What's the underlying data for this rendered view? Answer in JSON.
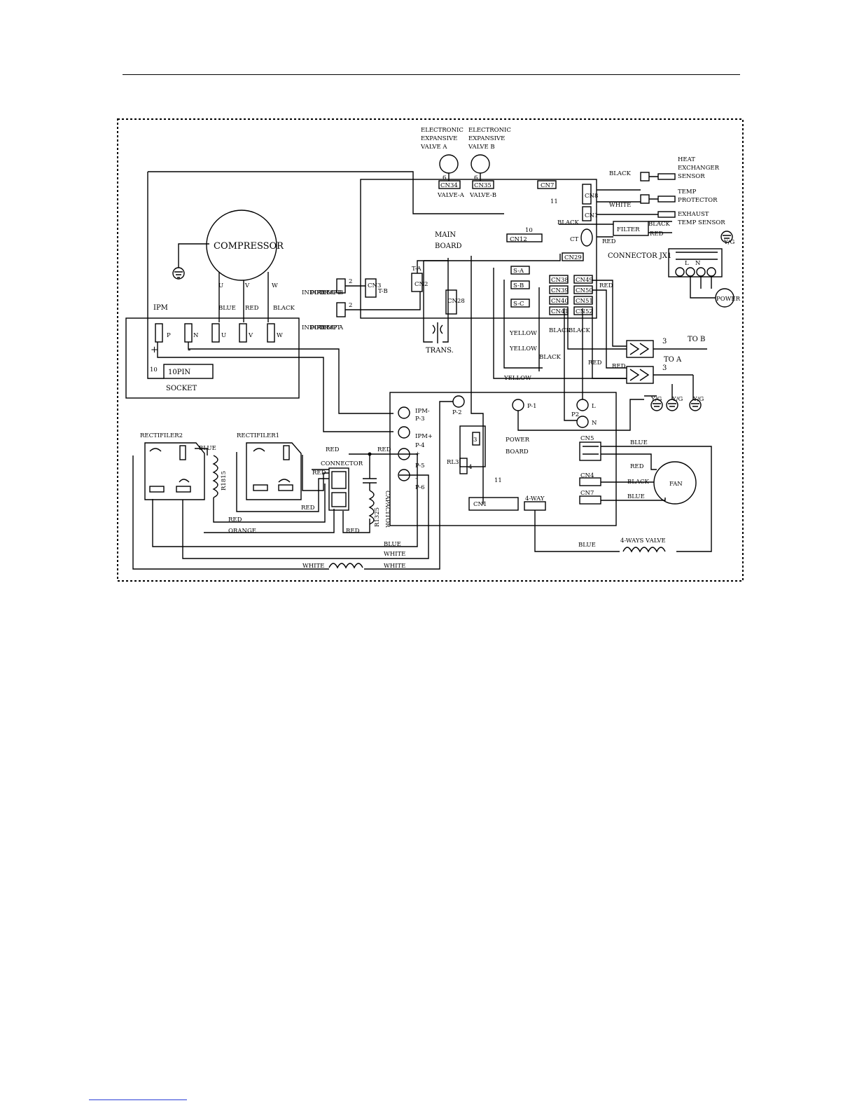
{
  "labels": {
    "compressor": "COMPRESSOR",
    "ipm": "IPM",
    "p": "P",
    "n": "N",
    "u": "U",
    "v": "V",
    "w": "W",
    "uLbl": "U",
    "vLbl": "V",
    "wLbl": "W",
    "plus": "+",
    "minus": "-",
    "tenPin": "10PIN",
    "ten": "10",
    "socket": "SOCKET",
    "ev_a": [
      "ELECTRONIC",
      "EXPANSIVE",
      "VALVE A"
    ],
    "ev_b": [
      "ELECTRONIC",
      "EXPANSIVE",
      "VALVE B"
    ],
    "six_a": "6",
    "six_b": "6",
    "cn34": "CN34",
    "cn35": "CN35",
    "valveA": "VALVE-A",
    "valveB": "VALVE-B",
    "cn7top": "CN7",
    "eleven1": "11",
    "cn8": "CN8",
    "cn1top": "CN1",
    "heatSensor": [
      "HEAT",
      "EXCHANGER",
      "SENSOR"
    ],
    "tempProtector": [
      "TEMP",
      "PROTECTOR"
    ],
    "exhaust": [
      "EXHAUST",
      "TEMP SENSOR"
    ],
    "mainBoard": [
      "MAIN",
      "BOARD"
    ],
    "cn12": "CN12",
    "ten2": "10",
    "ct": "CT",
    "filter": "FILTER",
    "connectorJx1": "CONNECTOR JX1",
    "cn29": "CN29",
    "ta": "T-A",
    "cn2": "CN2",
    "tb": "T-B",
    "cn3": "CN3",
    "indoorB": [
      "INDOOR",
      "PIPE OUT",
      "TEMP B"
    ],
    "indoorA": [
      "INDOOR",
      "PIPE OUT",
      "TEMP A"
    ],
    "two1": "2",
    "two2": "2",
    "cn28": "CN28",
    "trans": "TRANS.",
    "sa": "S-A",
    "sb": "S-B",
    "sc": "S-C",
    "cn38": "CN38",
    "cn39": "CN39",
    "cn40": "CN40",
    "cn41": "CN41",
    "cn49": "CN49",
    "cn50": "CN50",
    "cn51": "CN51",
    "cn52": "CN52",
    "yellow1": "YELLOW",
    "yellow2": "YELLOW",
    "yellow3": "YELLOW",
    "black_v1": "BLACK",
    "black_v2": "BLACK",
    "black_v3": "BLACK",
    "red_v": "RED",
    "toB": "TO  B",
    "toA": "TO  A",
    "three1": "3",
    "three2": "3",
    "yg1": "Y/G",
    "yg2": "Y/G",
    "yg3": "Y/G",
    "yg4": "Y/G",
    "power": "POWER",
    "lbl_L": "L",
    "lbl_N": "N",
    "black_a": "BLACK",
    "black_b": "BLACK",
    "black_c": "BLACK",
    "white_a": "WHITE",
    "red_a": "RED",
    "red_b": "RED",
    "red_c": "RED",
    "red_d": "RED",
    "blue_a": "BLUE",
    "red_e": "RED",
    "red_f": "RED",
    "red_g": "RED",
    "ipmMinus": "IPM-",
    "p3": "P-3",
    "ipmPlus": "IPM+",
    "p4": "P-4",
    "p5": "P-5",
    "p6": "P-6",
    "p2": "P-2",
    "p1": "P-1",
    "p2b": "P2",
    "pL": "L",
    "pN": "N",
    "rl3": "RL3",
    "three3": "3",
    "four1": "4",
    "eleven2": "11",
    "cn1": "CN1",
    "fourWay": "4-WAY",
    "powerBoard": [
      "POWER",
      "BOARD"
    ],
    "cn5": "CN5",
    "cn4": "CN4",
    "cn7": "CN7",
    "blueFan1": "BLUE",
    "redFan": "RED",
    "blackFan": "BLACK",
    "blueFan2": "BLUE",
    "fan": "FAN",
    "blue4": "BLUE",
    "fourWaysValve": "4-WAYS VALVE",
    "rect2": "RECTIFILER2",
    "rect1": "RECTIFILER1",
    "blueR": "BLUE",
    "connector": "CONNECTOR",
    "capacitor": "CAPACITOR",
    "r1325": "R1325",
    "r1815": "R1815",
    "red_r1": "RED",
    "red_r2": "RED",
    "red_r3": "RED",
    "red_r4": "RED",
    "orange": "ORANGE",
    "blue_bot": "BLUE",
    "white_bot1": "WHITE",
    "white_bot2": "WHITE",
    "white_bot3": "WHITE"
  }
}
